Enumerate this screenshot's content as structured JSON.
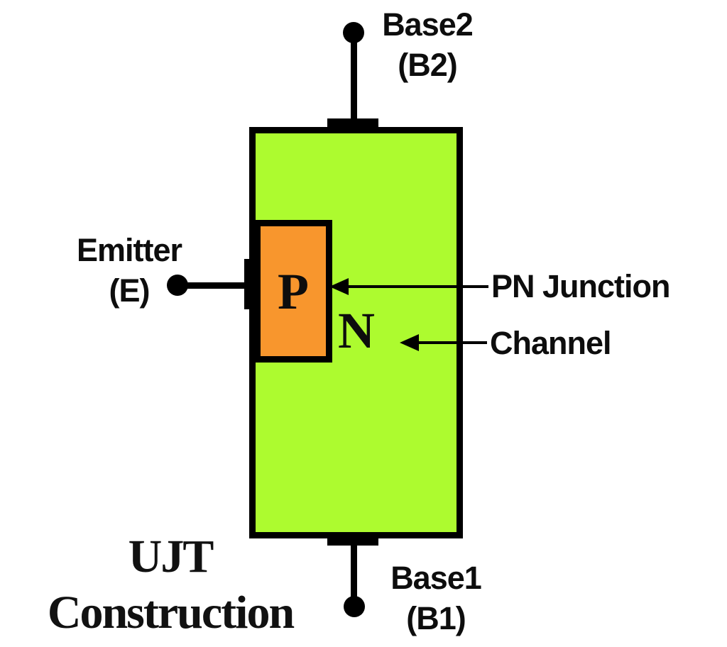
{
  "title": {
    "line1": "UJT",
    "line2": "Construction"
  },
  "terminals": {
    "base2": {
      "label": "Base2",
      "abbr": "(B2)"
    },
    "base1": {
      "label": "Base1",
      "abbr": "(B1)"
    },
    "emitter": {
      "label": "Emitter",
      "abbr": "(E)"
    }
  },
  "regions": {
    "p_label": "P",
    "n_label": "N"
  },
  "annotations": {
    "pn_junction": "PN Junction",
    "channel": "Channel"
  },
  "colors": {
    "n_channel_fill": "#adfb2f",
    "p_region_fill": "#f8962d",
    "outline": "#000000",
    "text": "#0d0d0d",
    "background": "#ffffff"
  }
}
